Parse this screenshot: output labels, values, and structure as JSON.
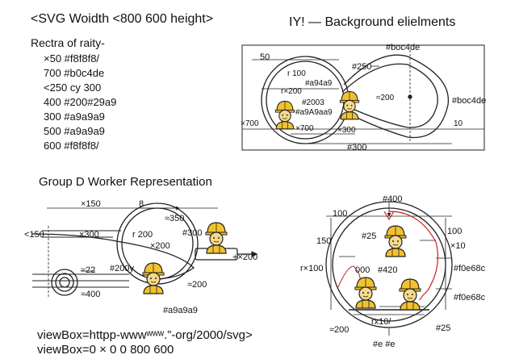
{
  "header": {
    "left_title": "<SVG Woidth <800 600 height>",
    "right_title": "IY! — Background elielments"
  },
  "left_block": {
    "heading": "Rectra of raity-",
    "lines": [
      "×50 #f8f8f8/",
      "700 #b0c4de",
      "<250  cy 300",
      "400 #200#29a9",
      "300 #a9a9a9",
      "500 #a9a9a9",
      "600 #f8f8f8/"
    ]
  },
  "panel_a": {
    "labels": [
      "50",
      "#boc4de",
      "#250",
      "r 100",
      "#a94a9",
      "r×200",
      "#2003",
      "#a9A9aa9",
      "≈200",
      "#boc4de",
      "×700",
      "×700",
      "×300",
      "10",
      "#300"
    ]
  },
  "panel_b": {
    "title": "Group D Worker Representation",
    "labels": [
      "×150",
      "8",
      "≈350",
      "<150",
      "×300",
      "r 200",
      "#300",
      "×200",
      "≈22",
      "#200y",
      "+×200",
      "≈400",
      "≈200",
      "#a9a9a9"
    ]
  },
  "panel_c": {
    "labels": [
      "#400",
      "100",
      "100",
      "150",
      "#25",
      "×10",
      "r×100",
      "000",
      "#420",
      "#f0e68c",
      "#f0e68c",
      "≈200",
      "rx10/",
      "#25",
      "#e #e"
    ]
  },
  "footer": {
    "line1": "viewBox=httpp-wwwʷʷʷ.”-org/2000/svg>",
    "line2": "viewBox=0 × 0 0 800 600"
  },
  "colors": {
    "outline": "#222222",
    "hat": "#f2c22e",
    "face": "#f6d98a",
    "accent_red": "#d11a1a",
    "background": "#ffffff"
  }
}
